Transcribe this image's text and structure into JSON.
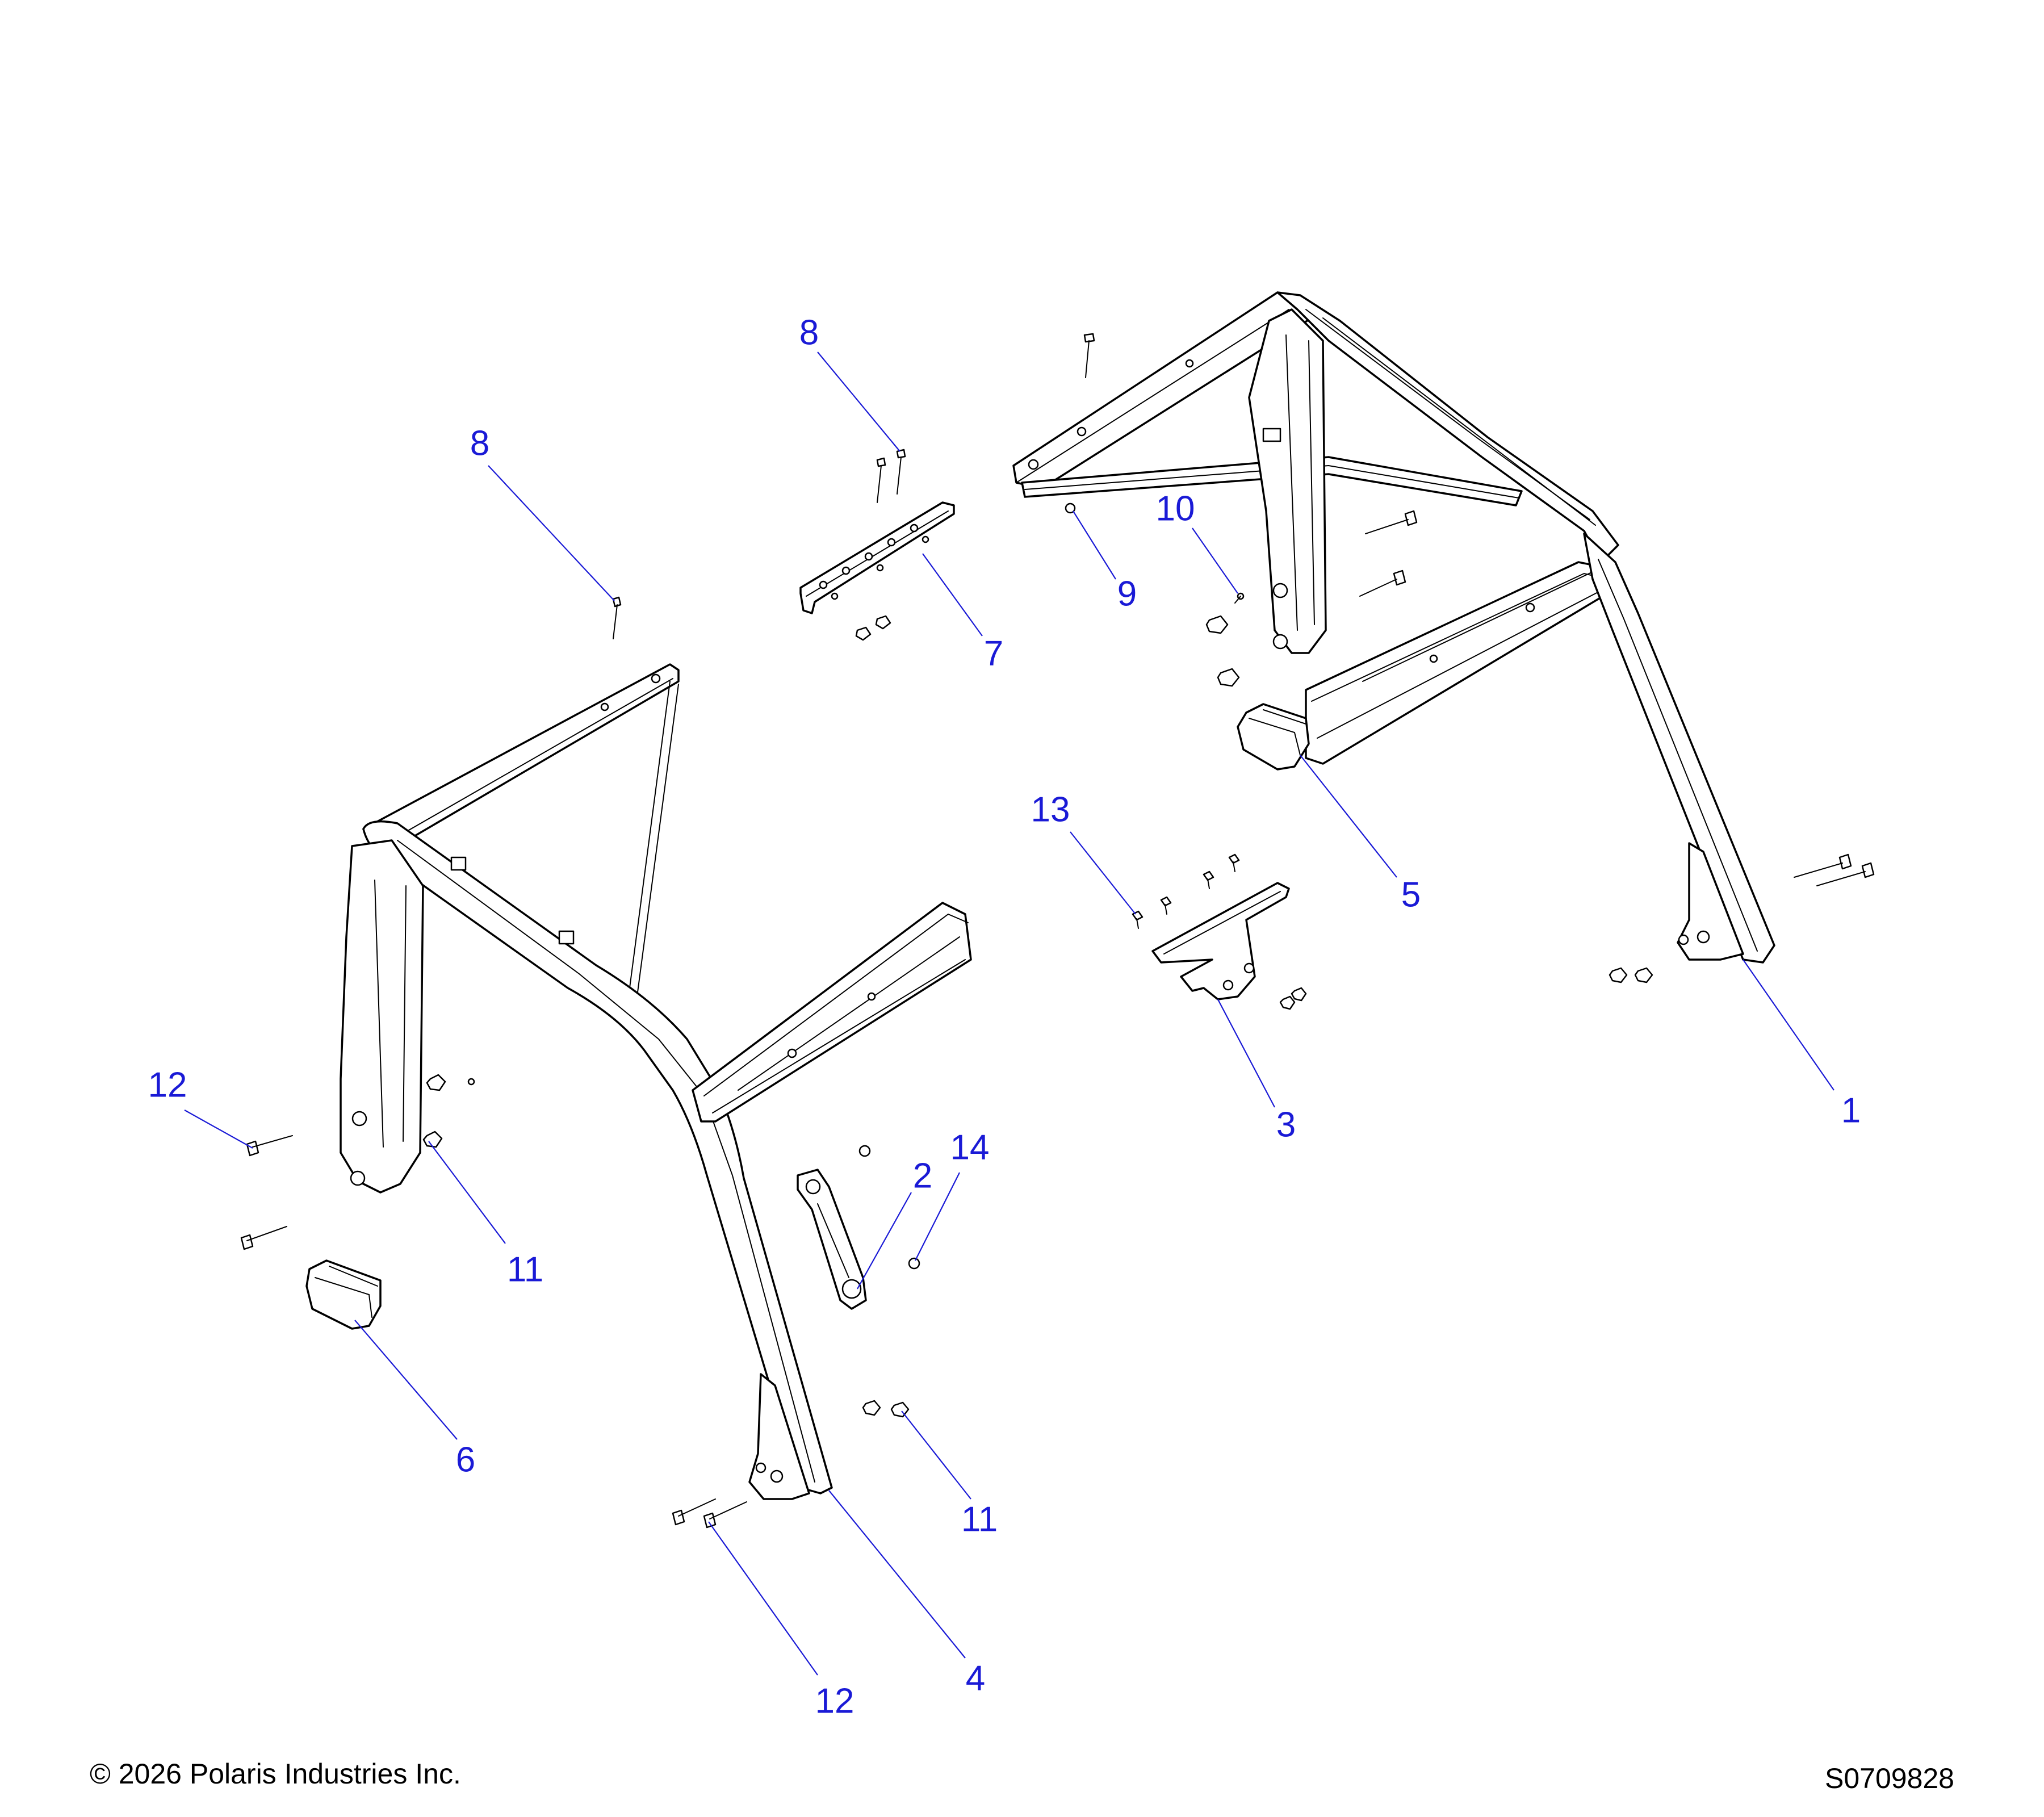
{
  "diagram": {
    "callouts": [
      {
        "id": "c1",
        "label": "1"
      },
      {
        "id": "c2",
        "label": "2"
      },
      {
        "id": "c3",
        "label": "3"
      },
      {
        "id": "c4",
        "label": "4"
      },
      {
        "id": "c5",
        "label": "5"
      },
      {
        "id": "c6",
        "label": "6"
      },
      {
        "id": "c7",
        "label": "7"
      },
      {
        "id": "c8a",
        "label": "8"
      },
      {
        "id": "c8b",
        "label": "8"
      },
      {
        "id": "c9",
        "label": "9"
      },
      {
        "id": "c10",
        "label": "10"
      },
      {
        "id": "c11a",
        "label": "11"
      },
      {
        "id": "c11b",
        "label": "11"
      },
      {
        "id": "c12a",
        "label": "12"
      },
      {
        "id": "c12b",
        "label": "12"
      },
      {
        "id": "c13",
        "label": "13"
      },
      {
        "id": "c14",
        "label": "14"
      }
    ],
    "callout_color": "#1a1ad6",
    "line_color": "#000000"
  },
  "footer": {
    "copyright": "© 2026 Polaris Industries Inc.",
    "drawing_id": "S0709828"
  }
}
